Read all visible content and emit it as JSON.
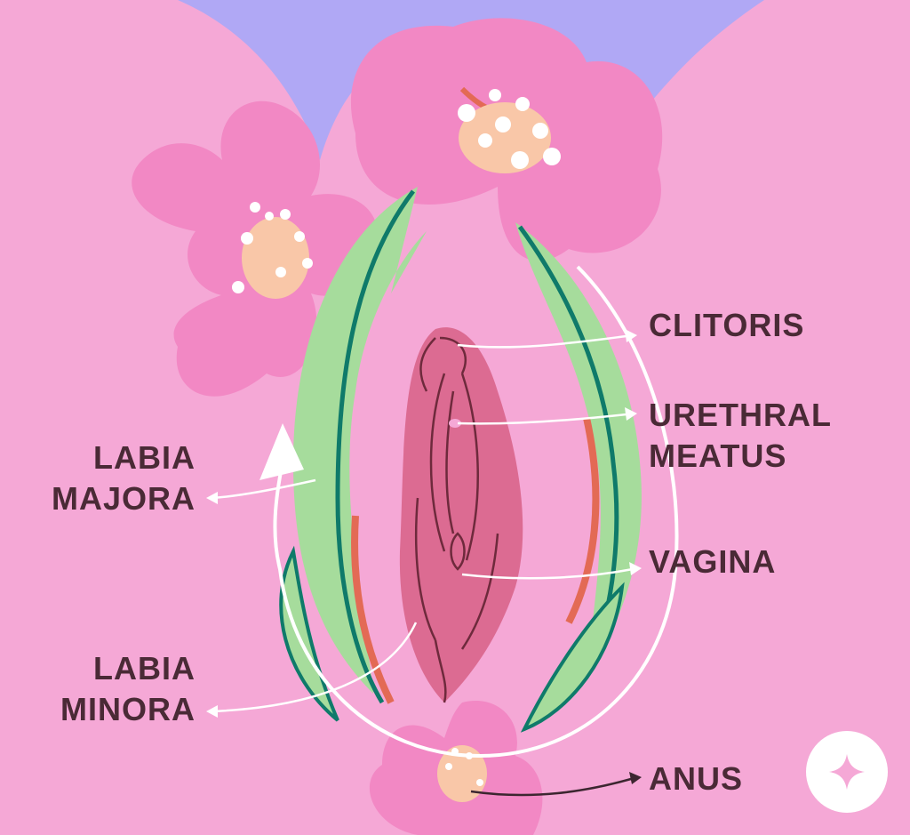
{
  "labels": {
    "clitoris": "CLITORIS",
    "urethral_meatus_line1": "URETHRAL",
    "urethral_meatus_line2": "MEATUS",
    "vagina": "VAGINA",
    "labia_majora_line1": "LABIA",
    "labia_majora_line2": "MAJORA",
    "labia_minora_line1": "LABIA",
    "labia_minora_line2": "MINORA",
    "anus": "ANUS"
  },
  "colors": {
    "background": "#f5a8d6",
    "sky": "#b0a8f5",
    "flower_petal": "#f288c4",
    "flower_center": "#f9c7a8",
    "leaf": "#a6dc9c",
    "leaf_vein": "#0f7a6a",
    "accent_red": "#e36a55",
    "vulva": "#dc6b92",
    "vulva_line": "#6e2a3c",
    "label_text": "#4a2a36",
    "arrow_light": "#ffffff",
    "arrow_dark": "#3c2630"
  },
  "icons": {
    "badge": "sparkle-icon"
  }
}
